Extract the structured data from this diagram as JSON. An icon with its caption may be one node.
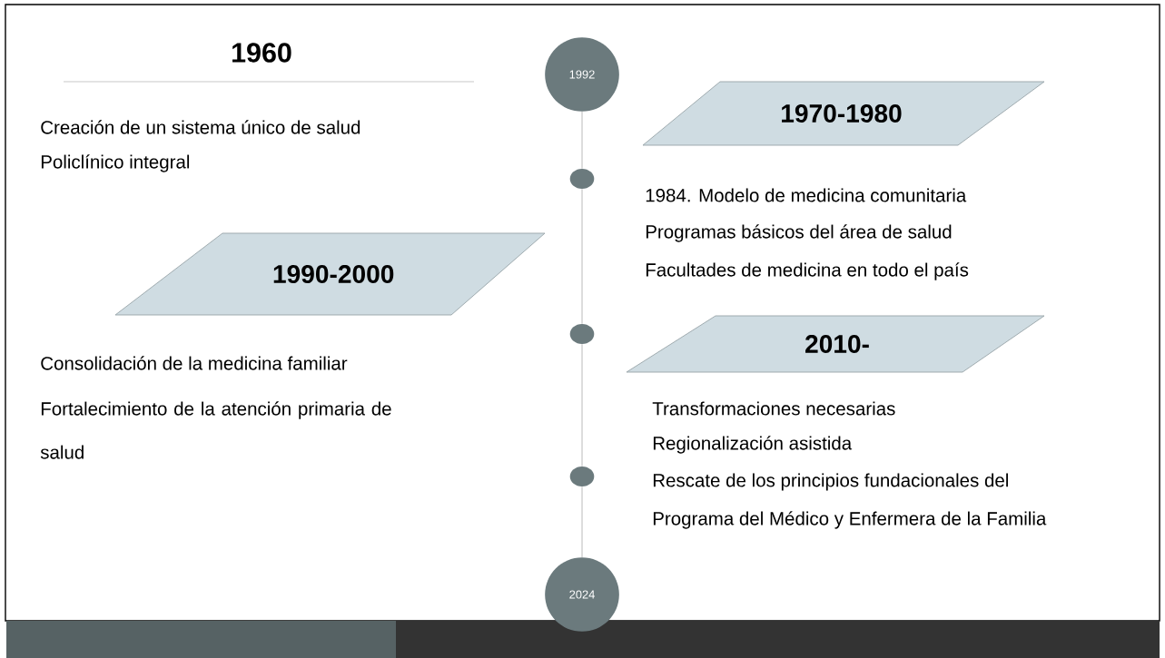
{
  "diagram": {
    "nodes": [
      {
        "text": [
          "1992"
        ]
      },
      {
        "text": [
          "1970-1980"
        ]
      },
      {
        "text": [],
        "shape": "circle"
      },
      {
        "text": [
          "1990-2000"
        ]
      },
      {
        "text": [],
        "shape": "circle"
      },
      {
        "text": [
          "2010-"
        ]
      },
      {
        "text": [],
        "shape": "circle"
      },
      {
        "text": [
          "2024"
        ]
      }
    ],
    "edges": [
      {
        "from": 0,
        "to": 2,
        "arrow": "none"
      },
      {
        "from": 2,
        "to": 4,
        "arrow": "none"
      },
      {
        "from": 4,
        "to": 6,
        "arrow": "none"
      },
      {
        "from": 6,
        "to": 7,
        "arrow": "none"
      }
    ],
    "labels": [
      "1960",
      "Creación de un sistema único de salud",
      "Policlínico integral",
      "1984. Modelo de medicina comunitaria",
      "Programas básicos del área de salud",
      "Facultades de medicina en todo el país",
      "Consolidación de la medicina familiar",
      "Fortalecimiento de la atención primaria de salud",
      "Transformaciones necesarias",
      "Regionalización asistida",
      "Rescate de los principios fundacionales del",
      "Programa del Médico y Enfermera de la Familia"
    ]
  }
}
